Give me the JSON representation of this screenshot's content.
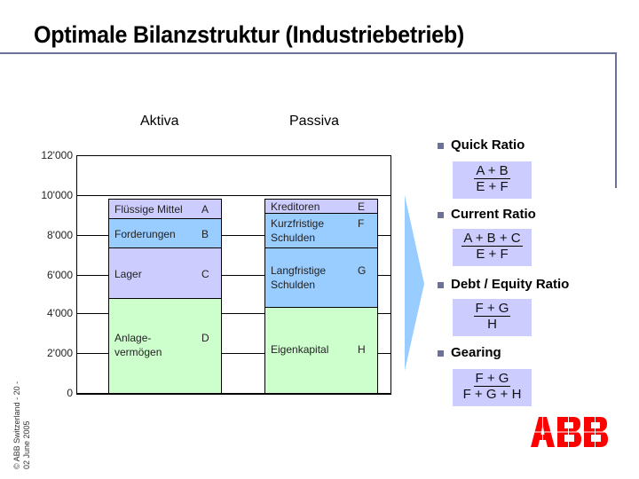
{
  "title": "Optimale Bilanzstruktur  (Industriebetrieb)",
  "columns": {
    "aktiva": "Aktiva",
    "passiva": "Passiva"
  },
  "y_axis": {
    "ticks": [
      "12'000",
      "10'000",
      "8'000",
      "6'000",
      "4'000",
      "2'000",
      "0"
    ]
  },
  "aktiva": [
    {
      "label": "Flüssige Mittel",
      "letter": "A"
    },
    {
      "label": "Forderungen",
      "letter": "B"
    },
    {
      "label": "Lager",
      "letter": "C"
    },
    {
      "label": "Anlage-\nvermögen",
      "letter": "D"
    }
  ],
  "passiva": [
    {
      "label": "Kreditoren",
      "letter": "E"
    },
    {
      "label": "Kurzfristige\nSchulden",
      "letter": "F"
    },
    {
      "label": "Langfristige\nSchulden",
      "letter": "G"
    },
    {
      "label": "Eigenkapital",
      "letter": "H"
    }
  ],
  "ratios": [
    {
      "name": "Quick Ratio",
      "numerator": "A + B",
      "denominator": "E + F"
    },
    {
      "name": "Current Ratio",
      "numerator": "A + B + C",
      "denominator": "E + F"
    },
    {
      "name": "Debt / Equity Ratio",
      "numerator": "F + G",
      "denominator": "H"
    },
    {
      "name": "Gearing",
      "numerator": "F + G",
      "denominator": "F + G + H"
    }
  ],
  "footer": {
    "line1": "© ABB Switzerland - 20 -",
    "line2": "02 June 2005"
  },
  "logo": "ABB",
  "colors": {
    "lavender": "#ccccff",
    "blue": "#99ccff",
    "green": "#ccffcc",
    "accent": "#6b7199",
    "abb_red": "#ff0000"
  },
  "chart_data": {
    "type": "bar",
    "stacked": true,
    "title": "Optimale Bilanzstruktur (Industriebetrieb)",
    "categories": [
      "Aktiva",
      "Passiva"
    ],
    "ylim": [
      0,
      12000
    ],
    "yticks": [
      0,
      2000,
      4000,
      6000,
      8000,
      10000,
      12000
    ],
    "grid": true,
    "series": [
      {
        "name": "Anlagevermögen (D) / Eigenkapital (H)",
        "values": [
          4800,
          4300
        ]
      },
      {
        "name": "Lager (C) / Langfristige Schulden (G)",
        "values": [
          2500,
          3100
        ]
      },
      {
        "name": "Forderungen (B) / Kurzfristige Schulden (F)",
        "values": [
          1500,
          1700
        ]
      },
      {
        "name": "Flüssige Mittel (A) / Kreditoren (E)",
        "values": [
          1000,
          700
        ]
      }
    ]
  }
}
